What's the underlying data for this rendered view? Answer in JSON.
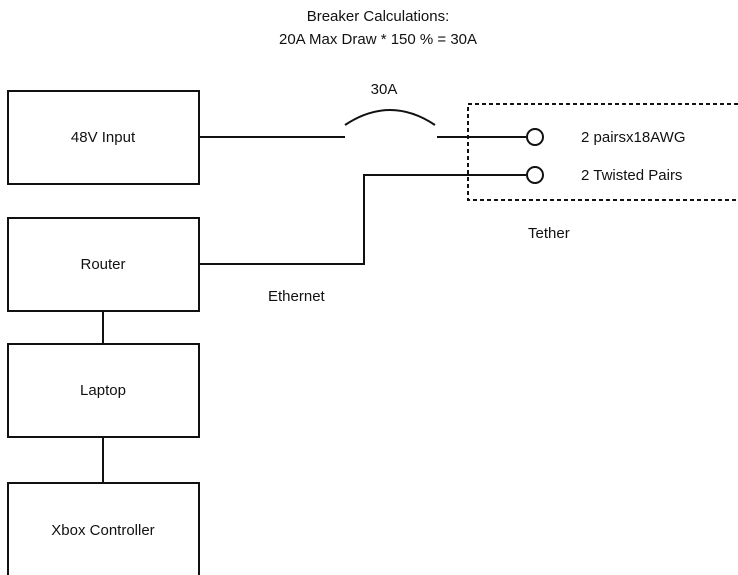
{
  "header": {
    "line1": "Breaker Calculations:",
    "line2": "20A Max Draw * 150 % = 30A"
  },
  "blocks": {
    "input": "48V Input",
    "router": "Router",
    "laptop": "Laptop",
    "controller": "Xbox Controller"
  },
  "breaker": {
    "label": "30A"
  },
  "tether": {
    "label": "Tether",
    "terminal1": "2 pairsx18AWG",
    "terminal2": "2 Twisted Pairs"
  },
  "links": {
    "ethernet": "Ethernet"
  }
}
